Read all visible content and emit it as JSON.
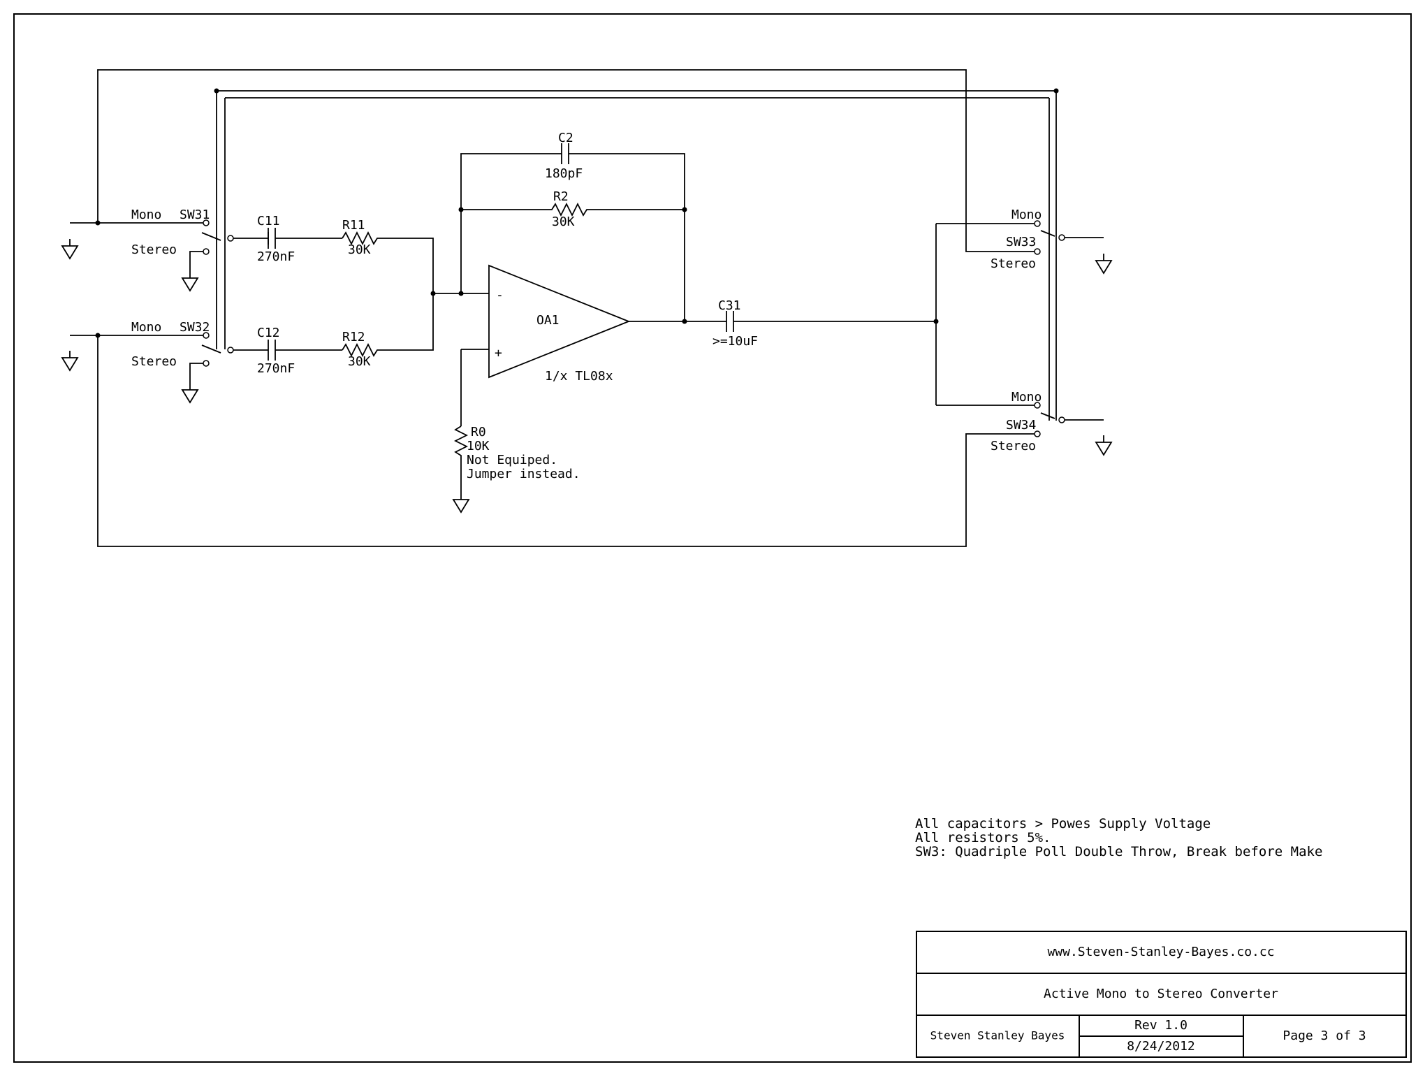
{
  "labels": {
    "c2": "C2",
    "c2_val": "180pF",
    "r2": "R2",
    "r2_val": "30K",
    "c11": "C11",
    "c11_val": "270nF",
    "r11": "R11",
    "r11_val": "30K",
    "c12": "C12",
    "c12_val": "270nF",
    "r12": "R12",
    "r12_val": "30K",
    "c31": "C31",
    "c31_val": ">=10uF",
    "oa1": "OA1",
    "oa1_part": "1/x TL08x",
    "minus": "-",
    "plus": "+",
    "r0": "R0",
    "r0_val": "10K",
    "r0_note1": "Not Equiped.",
    "r0_note2": "Jumper instead.",
    "sw31": "SW31",
    "sw32": "SW32",
    "sw33": "SW33",
    "sw34": "SW34",
    "mono": "Mono",
    "stereo": "Stereo"
  },
  "notes": [
    "All capacitors > Powes Supply Voltage",
    "All resistors 5%.",
    "SW3: Quadriple Poll Double Throw, Break before Make"
  ],
  "title_block": {
    "website": "www.Steven-Stanley-Bayes.co.cc",
    "title": "Active Mono to Stereo Converter",
    "author": "Steven Stanley Bayes",
    "rev": "Rev 1.0",
    "date": "8/24/2012",
    "page": "Page 3 of 3"
  }
}
